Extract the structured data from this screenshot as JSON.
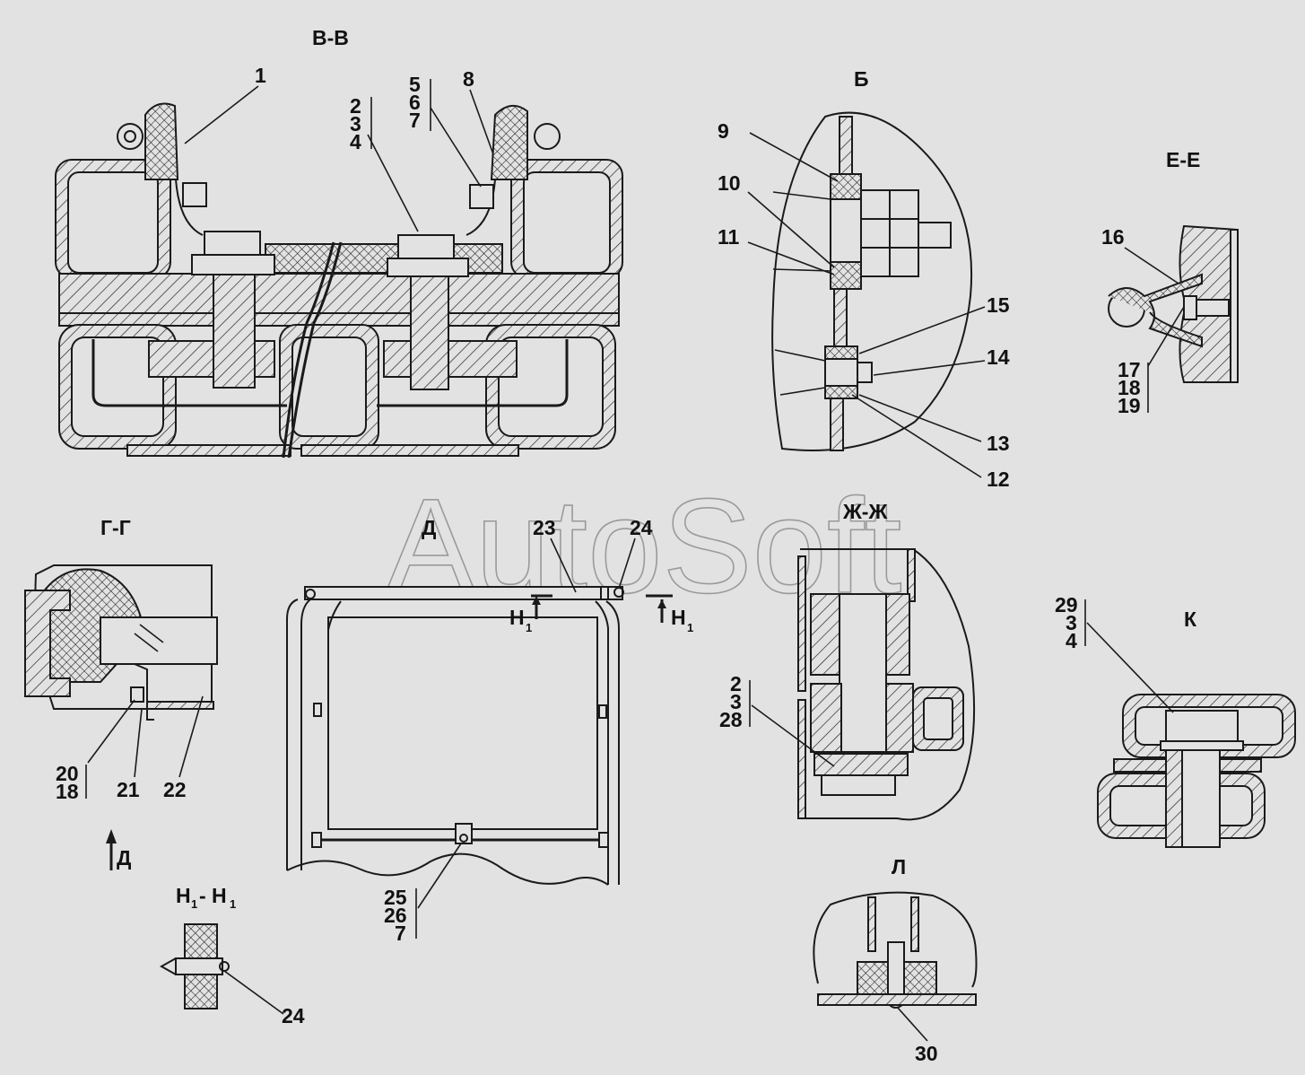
{
  "watermark": "AutoSoft",
  "views": {
    "vv": "В-В",
    "b": "Б",
    "ee": "Е-Е",
    "gg": "Г-Г",
    "d": "Д",
    "zhzh": "Ж-Ж",
    "k": "К",
    "l": "Л",
    "h1h1_main": "Н",
    "h1h1_sub": "1",
    "h1h1_dash": "- Н",
    "h1h1_sub2": "1"
  },
  "callouts": {
    "c1": "1",
    "c2": "2",
    "c3": "3",
    "c4": "4",
    "c5": "5",
    "c6": "6",
    "c7": "7",
    "c8": "8",
    "c9": "9",
    "c10": "10",
    "c11": "11",
    "c15": "15",
    "c14": "14",
    "c13": "13",
    "c12": "12",
    "c16": "16",
    "c17": "17",
    "c18": "18",
    "c19": "19",
    "c20": "20",
    "c18b": "18",
    "c21": "21",
    "c22": "22",
    "c23": "23",
    "c24": "24",
    "c25": "25",
    "c26": "26",
    "c7b": "7",
    "c2b": "2",
    "c3b": "3",
    "c28": "28",
    "c29": "29",
    "c3c": "3",
    "c4b": "4",
    "c24b": "24",
    "c30": "30"
  },
  "markers": {
    "view_arrow_d": "Д",
    "section_h1_left": "Н",
    "section_h1_left_sub": "1",
    "section_h1_right": "Н",
    "section_h1_right_sub": "1"
  }
}
